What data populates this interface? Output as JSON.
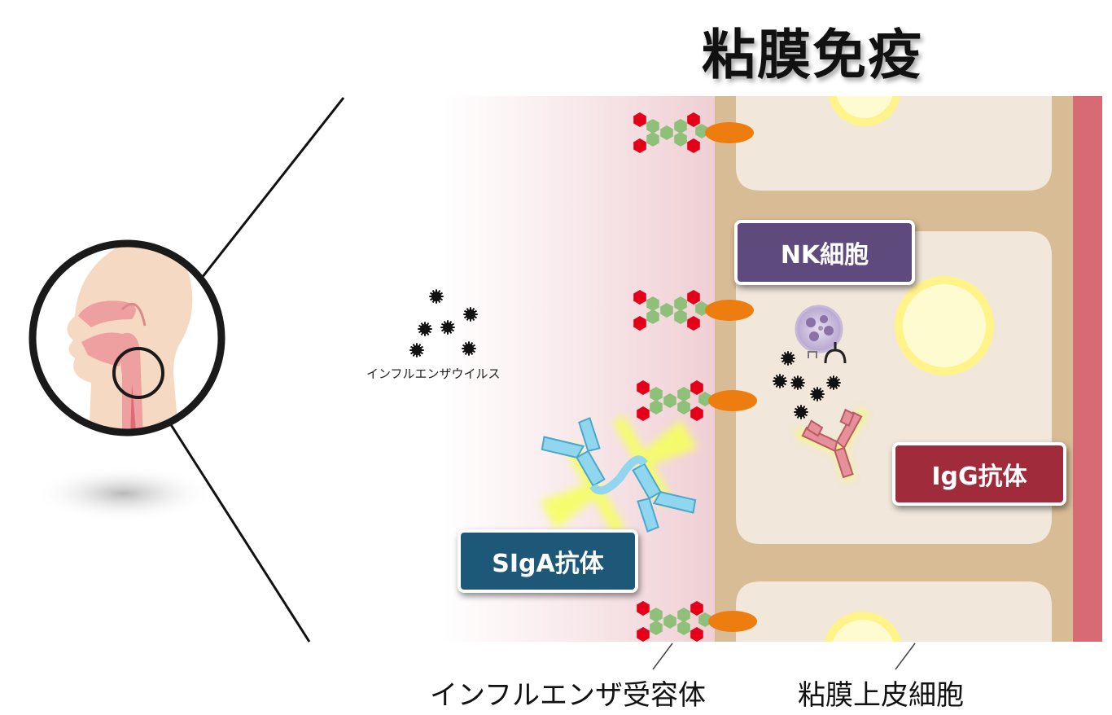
{
  "title": "粘膜免疫",
  "labels": {
    "nk_cell": "NK細胞",
    "igg": "IgG抗体",
    "siga": "SIgA抗体",
    "influenza_virus": "インフルエンザウイルス",
    "influenza_receptor": "インフルエンザ受容体",
    "mucosal_epithelial_cell": "粘膜上皮細胞"
  },
  "colors": {
    "nk_box": "#5e4a7c",
    "igg_box": "#a02b3a",
    "siga_box": "#1e5878",
    "cell_membrane": "#d8bc96",
    "cell_body": "#f1e7da",
    "blood_vessel": "#d86a74",
    "nucleus": "#fff3a6",
    "receptor_red": "#e5001a",
    "receptor_green": "#8fc07a",
    "receptor_orange": "#ee7d10",
    "siga_antibody": "#8fd6ee",
    "igg_antibody": "#e8909a"
  }
}
